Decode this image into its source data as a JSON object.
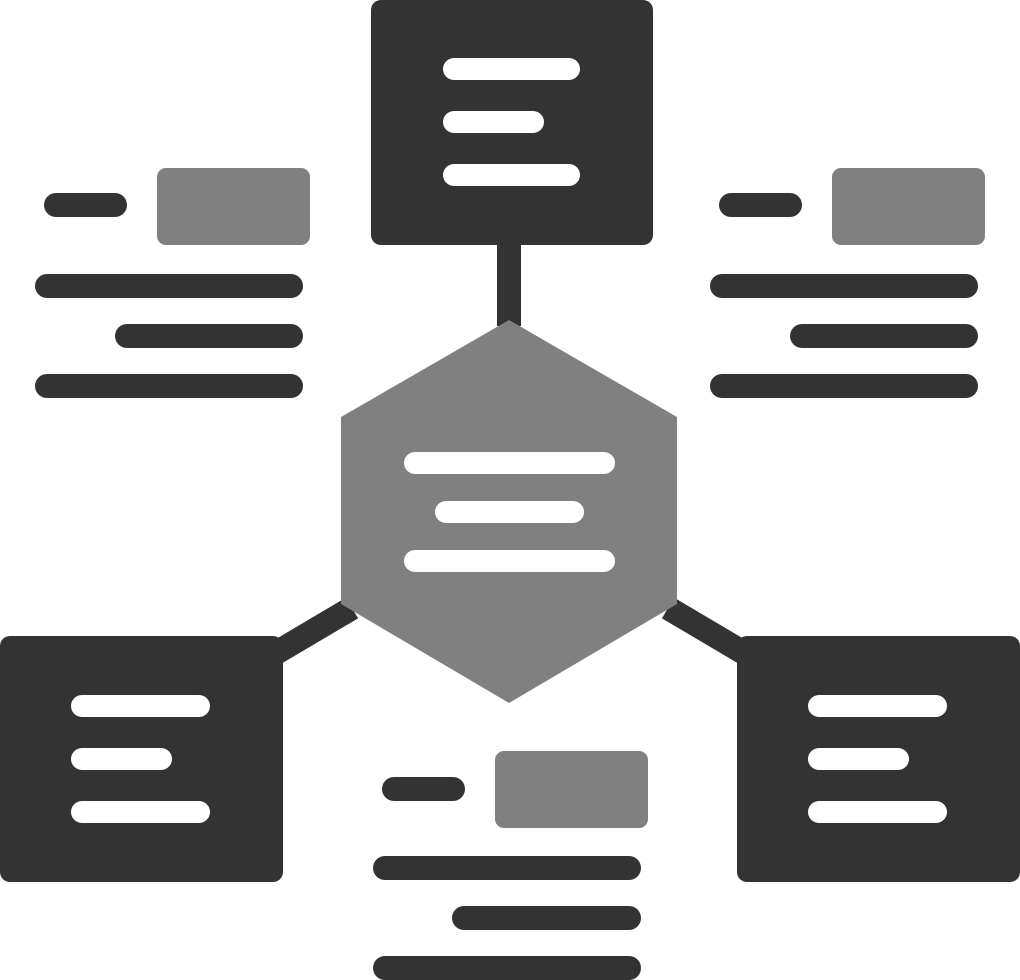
{
  "colors": {
    "dark": "#333333",
    "mid": "#808080",
    "light": "#ffffff",
    "background": "#ffffff"
  },
  "icon": {
    "name": "hub-spoke-network-diagram-icon",
    "center_node": "hexagon",
    "satellite_boxes": 3,
    "text_blocks": 3,
    "connectors": 3
  }
}
